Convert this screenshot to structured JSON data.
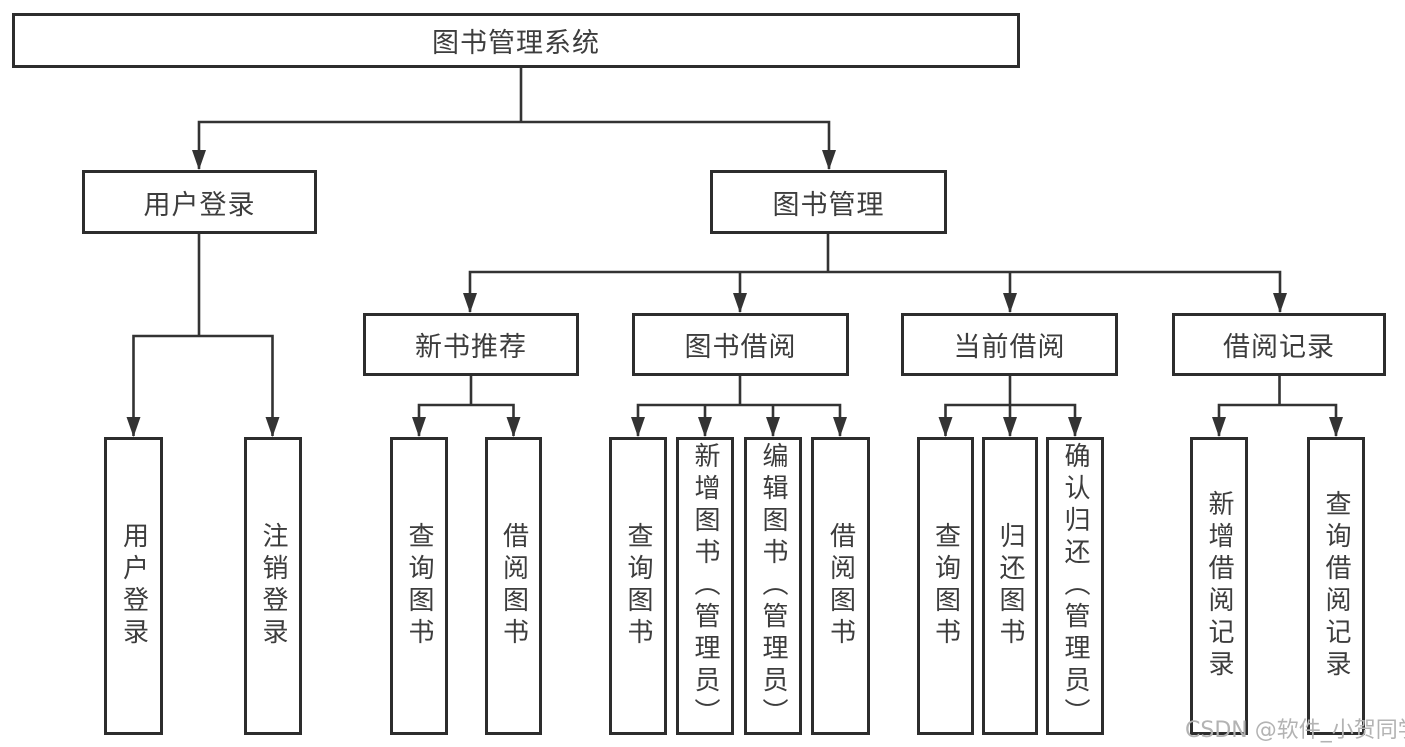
{
  "root": {
    "label": "图书管理系统"
  },
  "user": {
    "label": "用户登录",
    "leaves": [
      {
        "label": "用户登录"
      },
      {
        "label": "注销登录"
      }
    ]
  },
  "book": {
    "label": "图书管理",
    "sections": [
      {
        "label": "新书推荐",
        "leaves": [
          {
            "label": "查询图书"
          },
          {
            "label": "借阅图书"
          }
        ]
      },
      {
        "label": "图书借阅",
        "leaves": [
          {
            "label": "查询图书"
          },
          {
            "label": "新增图书（管理员）"
          },
          {
            "label": "编辑图书（管理员）"
          },
          {
            "label": "借阅图书"
          }
        ]
      },
      {
        "label": "当前借阅",
        "leaves": [
          {
            "label": "查询图书"
          },
          {
            "label": "归还图书"
          },
          {
            "label": "确认归还（管理员）"
          }
        ]
      },
      {
        "label": "借阅记录",
        "leaves": [
          {
            "label": "新增借阅记录"
          },
          {
            "label": "查询借阅记录"
          }
        ]
      }
    ]
  },
  "watermark": "CSDN @软件_小贺同学",
  "colors": {
    "line": "#333333",
    "border": "#2d2d2d",
    "text": "#3d3d3d",
    "watermark": "#b3b3b3",
    "background": "#ffffff"
  }
}
